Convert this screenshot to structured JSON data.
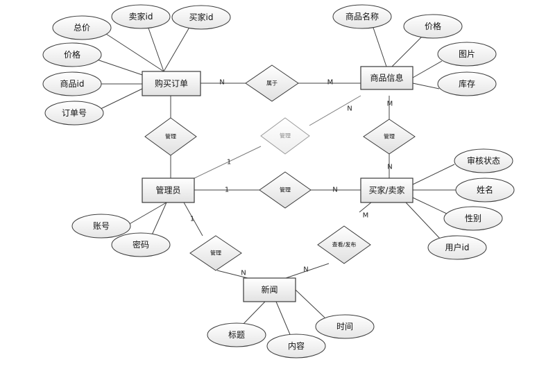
{
  "entities": {
    "order": "购买订单",
    "product": "商品信息",
    "admin": "管理员",
    "user": "买家/卖家",
    "news": "新闻"
  },
  "relationships": {
    "belongs": "属于",
    "manage_order": "管理",
    "manage_product": "管理",
    "manage_user_product": "管理",
    "manage_user": "管理",
    "manage_news": "管理",
    "view_publish": "查看/发布"
  },
  "attributes": {
    "order_total": "总价",
    "order_seller_id": "卖家id",
    "order_buyer_id": "买家id",
    "order_price": "价格",
    "order_product_id": "商品id",
    "order_number": "订单号",
    "product_name": "商品名称",
    "product_price": "价格",
    "product_image": "图片",
    "product_stock": "库存",
    "admin_account": "账号",
    "admin_password": "密码",
    "user_review_status": "审核状态",
    "user_name": "姓名",
    "user_gender": "性别",
    "user_id": "用户id",
    "news_title": "标题",
    "news_content": "内容",
    "news_time": "时间"
  },
  "cardinality": {
    "order_belongs": "N",
    "belongs_product": "M",
    "admin_manage_product": "1",
    "manage_product_n": "N",
    "product_manage_user_top": "M",
    "product_manage_user_bottom": "N",
    "admin_manage_user": "1",
    "manage_user_n": "N",
    "admin_manage_news": "1",
    "manage_news_n": "N",
    "user_view_publish": "M",
    "view_publish_news": "N"
  }
}
